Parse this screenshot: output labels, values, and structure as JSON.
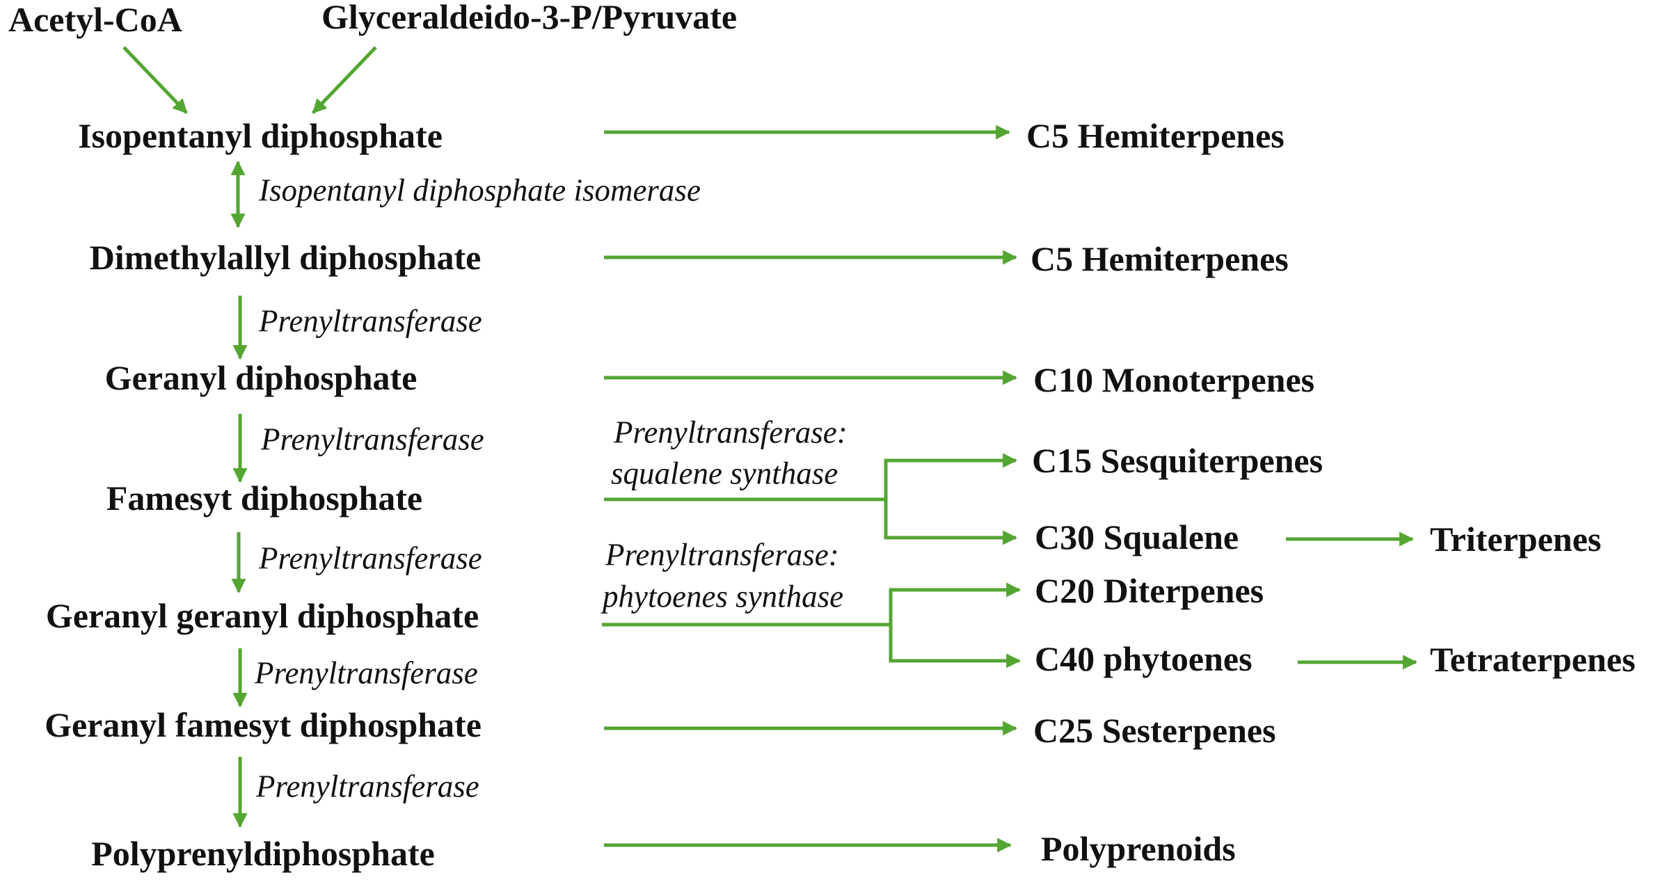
{
  "colors": {
    "arrow": "#54a532",
    "text": "#111111",
    "background": "#ffffff"
  },
  "sources": {
    "acetyl_coa": "Acetyl-CoA",
    "glyceraldeido": "Glyceraldeido-3-P/Pyruvate"
  },
  "chain": [
    {
      "name": "Isopentanyl diphosphate",
      "product": "C5 Hemiterpenes"
    },
    {
      "name": "Dimethylallyl diphosphate",
      "product": "C5 Hemiterpenes"
    },
    {
      "name": "Geranyl diphosphate",
      "product": "C10 Monoterpenes"
    },
    {
      "name": "Famesyt diphosphate"
    },
    {
      "name": "Geranyl geranyl diphosphate"
    },
    {
      "name": "Geranyl famesyt diphosphate",
      "product": "C25 Sesterpenes"
    },
    {
      "name": "Polyprenyldiphosphate",
      "product": "Polyprenoids"
    }
  ],
  "enzymes": [
    "Isopentanyl diphosphate isomerase",
    "Prenyltransferase",
    "Prenyltransferase",
    "Prenyltransferase",
    "Prenyltransferase",
    "Prenyltransferase"
  ],
  "branches": {
    "squalene": {
      "enzyme_line1": "Prenyltransferase:",
      "enzyme_line2": "squalene synthase",
      "upper": "C15 Sesquiterpenes",
      "lower": "C30 Squalene",
      "final": "Triterpenes"
    },
    "phytoene": {
      "enzyme_line1": "Prenyltransferase:",
      "enzyme_line2": "phytoenes synthase",
      "upper": "C20 Diterpenes",
      "lower": "C40 phytoenes",
      "final": "Tetraterpenes"
    }
  }
}
